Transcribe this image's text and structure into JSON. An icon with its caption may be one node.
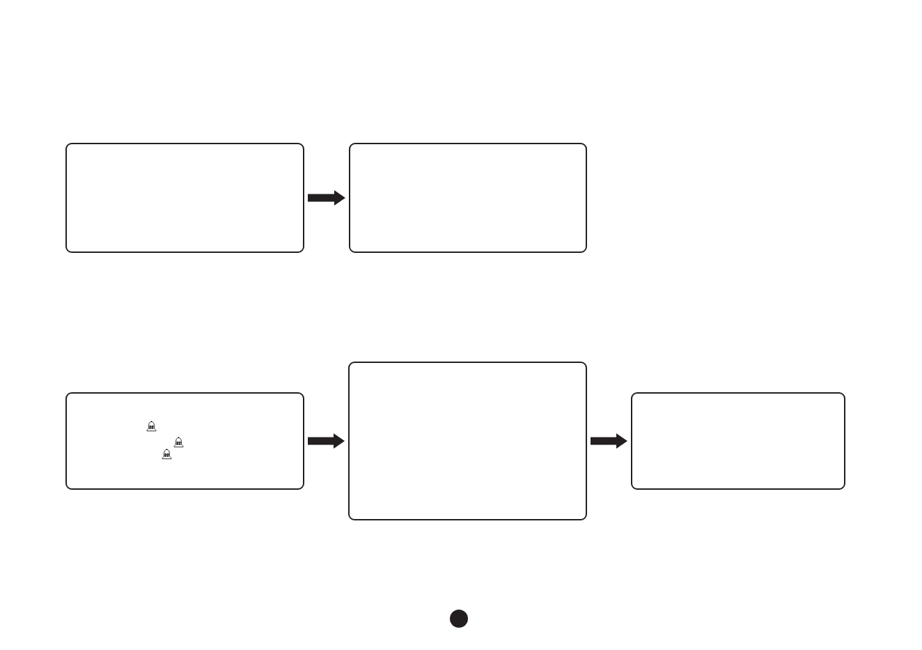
{
  "diagram": {
    "nodes": [
      {
        "text": [],
        "shape": "box"
      },
      {
        "text": [],
        "shape": "box"
      },
      {
        "text": [],
        "shape": "box"
      },
      {
        "text": [],
        "shape": "box"
      },
      {
        "text": [],
        "shape": "box"
      }
    ],
    "edges": [
      {
        "from": 0,
        "to": 1,
        "arrow": "to"
      },
      {
        "from": 2,
        "to": 3,
        "arrow": "to"
      },
      {
        "from": 3,
        "to": 4,
        "arrow": "to"
      }
    ]
  }
}
